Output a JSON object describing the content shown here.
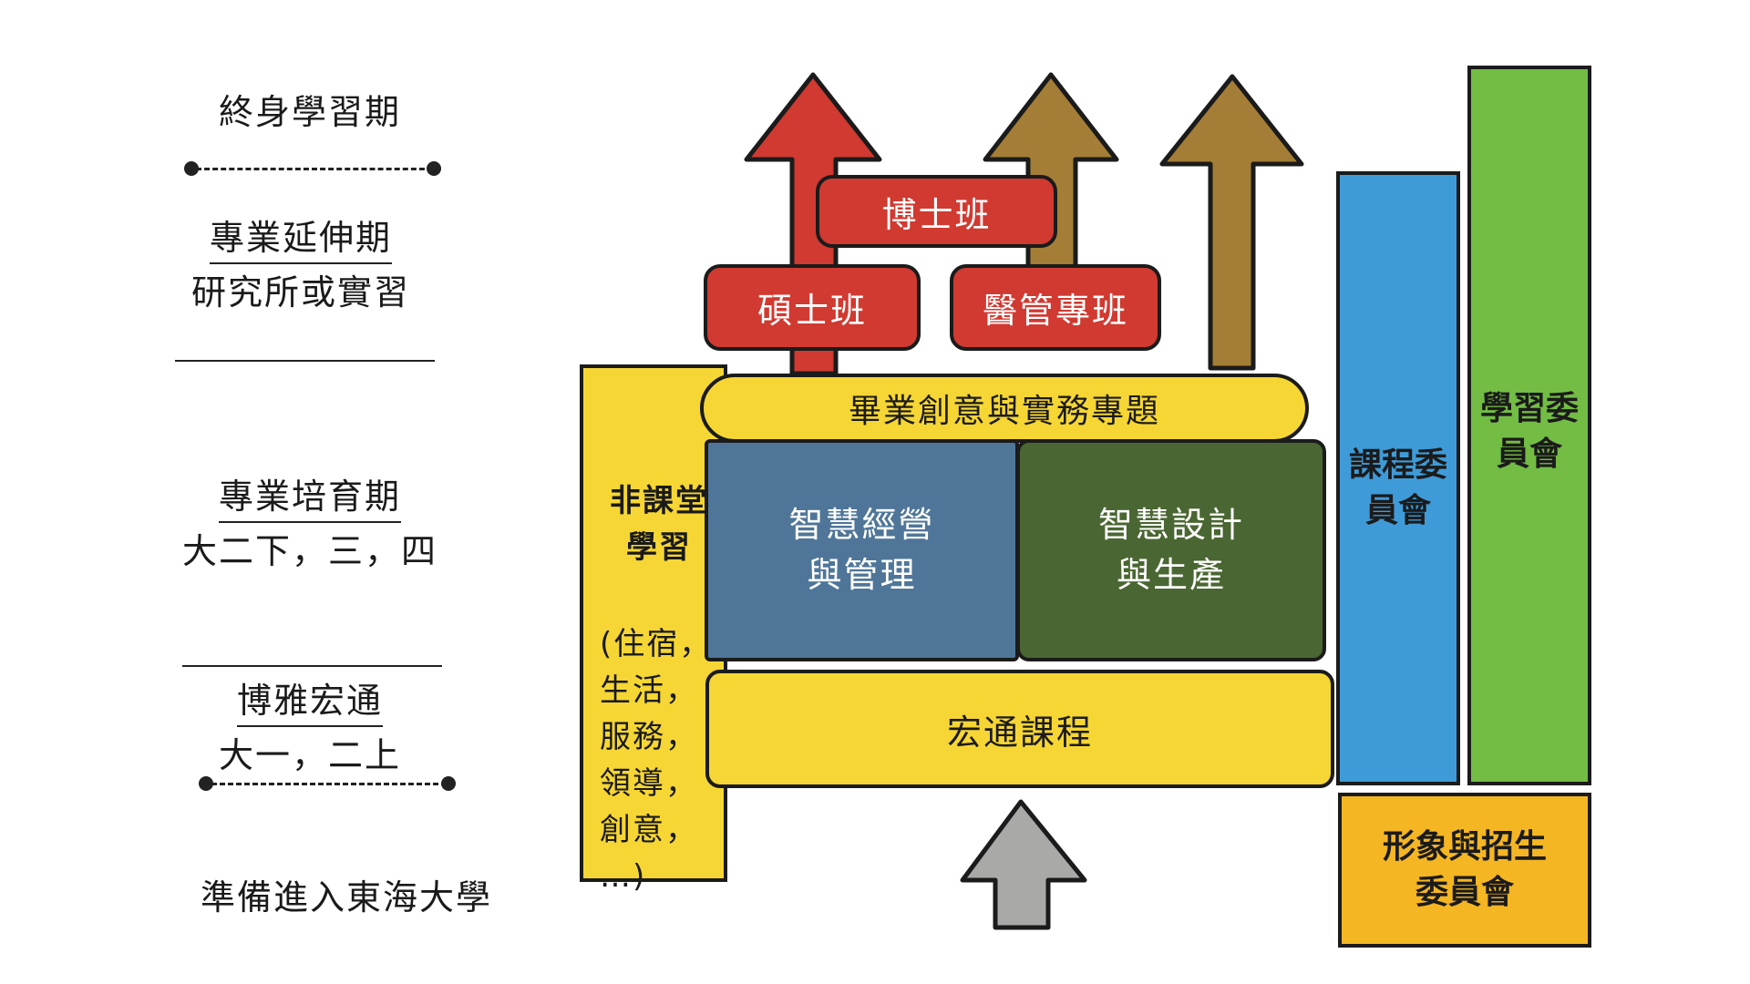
{
  "stages": {
    "lifelong": "終身學習期",
    "extension_title": "專業延伸期",
    "extension_sub": "研究所或實習",
    "cultivation_title": "專業培育期",
    "cultivation_sub": "大二下，三，四",
    "general_title": "博雅宏通",
    "general_sub": "大一，二上",
    "prepare": "準備進入東海大學"
  },
  "programs": {
    "phd": "博士班",
    "master": "碩士班",
    "medical": "醫管專班"
  },
  "curriculum": {
    "capstone": "畢業創意與實務專題",
    "smart_mgmt_1": "智慧經營",
    "smart_mgmt_2": "與管理",
    "smart_design_1": "智慧設計",
    "smart_design_2": "與生產",
    "general_courses": "宏通課程"
  },
  "non_classroom": {
    "heading": "非課堂\n學習",
    "items": "(住宿，\n生活，\n服務，\n領導，\n創意，\n…)"
  },
  "committees": {
    "curriculum_1": "課程委",
    "curriculum_2": "員會",
    "learning_1": "學習委",
    "learning_2": "員會",
    "image_1": "形象與招生",
    "image_2": "委員會"
  },
  "colors": {
    "red": "#d03a31",
    "brown": "#a47e36",
    "gray": "#a9aaa8",
    "yellow": "#f6d634",
    "blue_box": "#4f7698",
    "green_box": "#4a6632",
    "committee_blue": "#3f9bd8",
    "committee_green": "#73bd45",
    "committee_orange": "#f5b623"
  }
}
